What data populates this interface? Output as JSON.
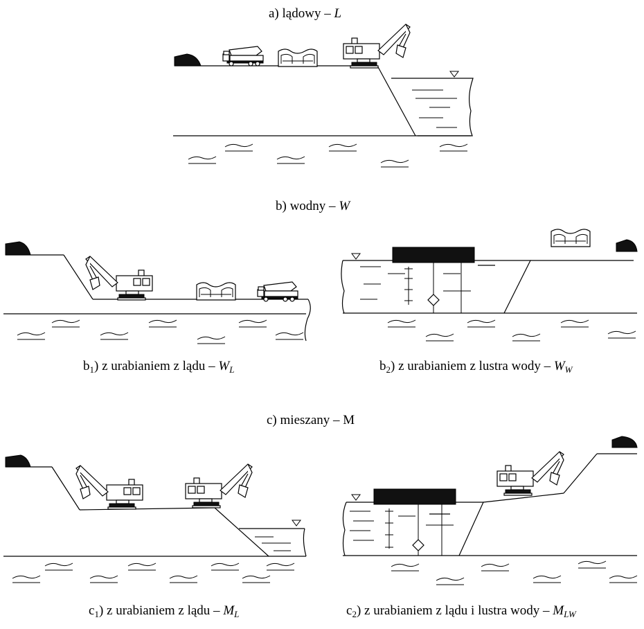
{
  "captions": {
    "a": {
      "prefix": "a) lądowy – ",
      "sym": "L"
    },
    "b": {
      "prefix": "b) wodny – ",
      "sym": "W"
    },
    "b1": {
      "pre": "b",
      "idx": "1",
      "prefix": ") z urabianiem z lądu – ",
      "sym": "W",
      "sub": "L"
    },
    "b2": {
      "pre": "b",
      "idx": "2",
      "prefix": ") z urabianiem z lustra wody – ",
      "sym": "W",
      "sub": "W"
    },
    "c": {
      "text": "c) mieszany – M"
    },
    "c1": {
      "pre": "c",
      "idx": "1",
      "prefix": ") z urabianiem z lądu – ",
      "sym": "M",
      "sub": "L"
    },
    "c2": {
      "pre": "c",
      "idx": "2",
      "prefix": ") z urabianiem z lądu i lustra wody – ",
      "sym": "M",
      "sub": "LW"
    }
  }
}
